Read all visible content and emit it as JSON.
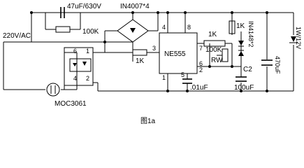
{
  "labels": {
    "cap_top": "47uF/630V",
    "res_top": "100K",
    "bridge": "IN4007*4",
    "mains": "220V/AC",
    "ic": "NE555",
    "res_1k_a": "1K",
    "res_1k_b": "1K",
    "res_1k_c": "1K",
    "pot": "100K",
    "pot_rw": "RW",
    "diodes": "IN4148*2",
    "zener": "1W/12V",
    "cap_470": "470uF",
    "cap_c2": "C2",
    "cap_c2_val": "100uF",
    "cap_01": ".01uF",
    "opto": "MOC3061",
    "caption": "图1a"
  },
  "pins": {
    "p6": "6",
    "p1": "1",
    "p2": "2",
    "p4": "4",
    "ic_p4": "4",
    "ic_p8": "8",
    "ic_p3": "3",
    "ic_p7": "7",
    "ic_p6": "6",
    "ic_p2": "2",
    "ic_p1": "1",
    "ic_p5": "5"
  }
}
